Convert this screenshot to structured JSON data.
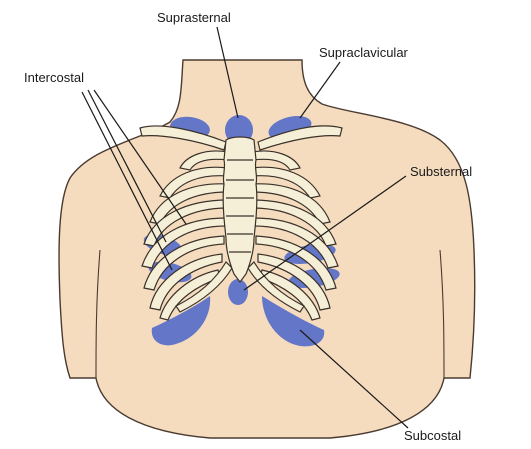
{
  "labels": {
    "suprasternal": "Suprasternal",
    "supraclavicular": "Supraclavicular",
    "intercostal": "Intercostal",
    "substernal": "Substernal",
    "subcostal": "Subcostal"
  },
  "colors": {
    "skin": "#f6dcbf",
    "skin_outline": "#4a3b30",
    "bone": "#f5efd8",
    "bone_outline": "#3a3128",
    "retraction": "#6476c8",
    "leader_line": "#1a1a1a"
  }
}
